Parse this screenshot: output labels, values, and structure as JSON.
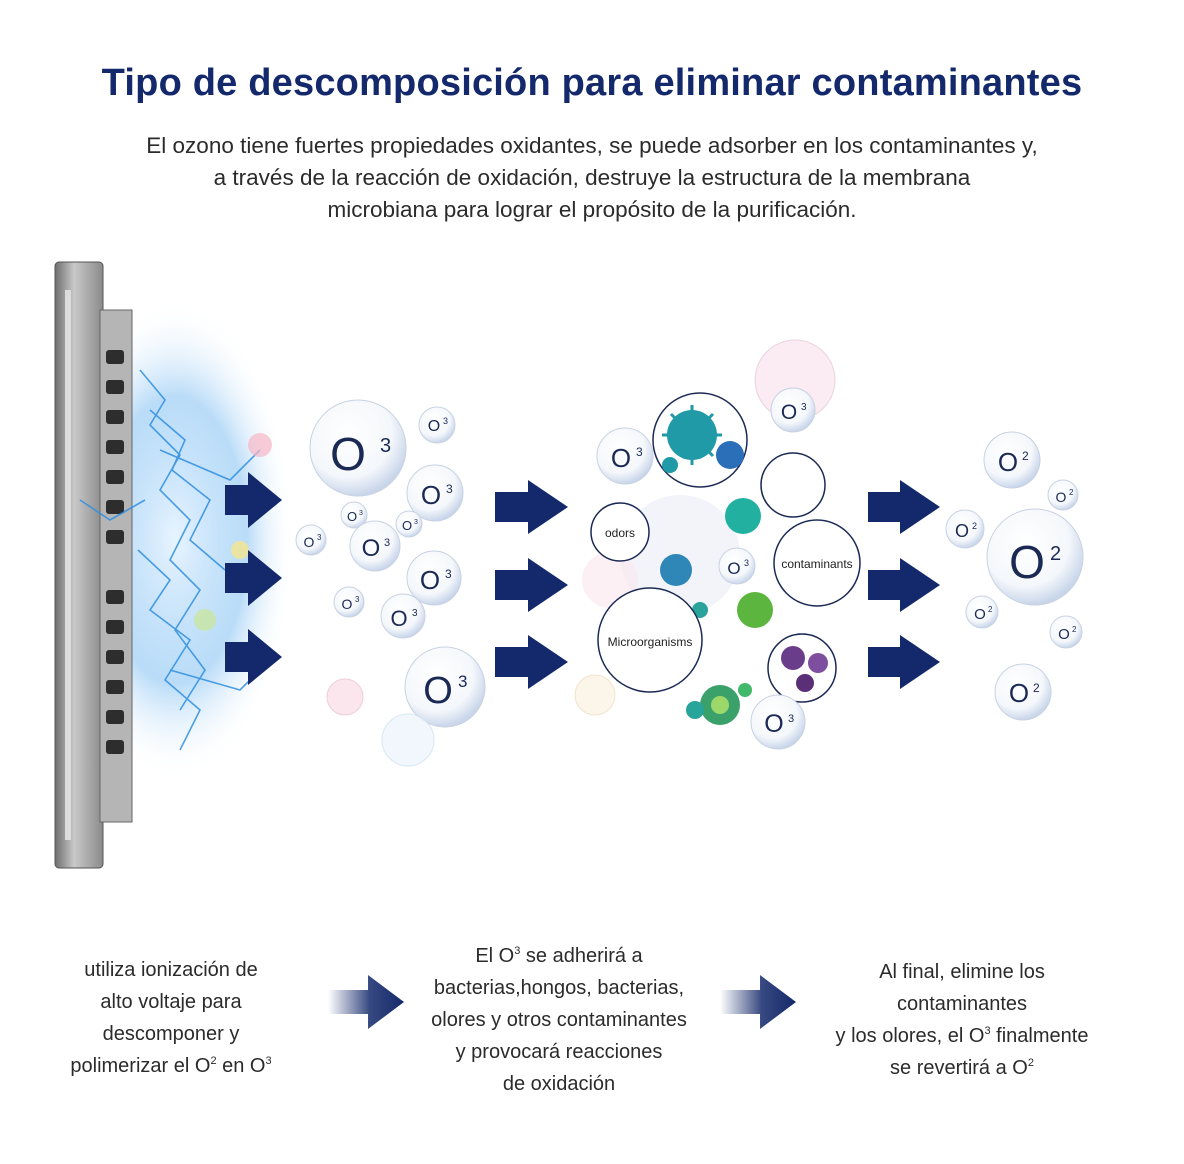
{
  "title": "Tipo de descomposición para eliminar contaminantes",
  "subtitle": [
    "El ozono tiene fuertes propiedades oxidantes, se puede adsorber en los contaminantes y,",
    "a través de la reacción de oxidación, destruye la estructura de la membrana",
    "microbiana para lograr el propósito de la purificación."
  ],
  "labels": {
    "o3_base": "O",
    "o3_sup": "3",
    "o2_base": "O",
    "o2_sup": "2",
    "odors": "odors",
    "contaminants": "contaminants",
    "microorganisms": "Microorganisms"
  },
  "captions": {
    "step1": {
      "line1": "utiliza ionización de",
      "line2": "alto voltaje para",
      "line3": "descomponer y",
      "line4_a": "polimerizar el O",
      "line4_sup1": "2",
      "line4_b": " en O",
      "line4_sup2": "3"
    },
    "step2": {
      "line1_a": "El O",
      "line1_sup": "3",
      "line1_b": " se adherirá a",
      "line2": "bacterias,hongos, bacterias,",
      "line3": "olores y otros contaminantes",
      "line4": "y provocará reacciones",
      "line5": "de oxidación"
    },
    "step3": {
      "line1": "Al final, elimine los",
      "line2": "contaminantes",
      "line3_a": "y los olores, el O",
      "line3_sup": "3",
      "line3_b": " finalmente",
      "line4_a": "se revertirá a O",
      "line4_sup": "2"
    }
  },
  "colors": {
    "title": "#14296b",
    "arrow": "#14296b",
    "device": "#8e8e8e",
    "virus_teal": "#1f9aa6",
    "virus_green": "#4caf50",
    "virus_purple": "#6a3d8a"
  }
}
